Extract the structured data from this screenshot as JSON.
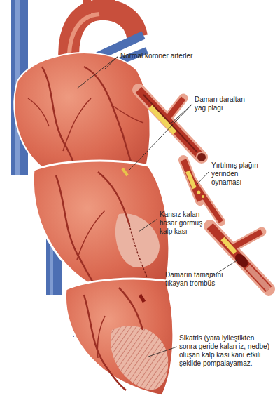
{
  "diagram": {
    "labels": [
      "Normal koroner arterler",
      "Damarı daraltan yağ plağı",
      "Yırtılmış plağın yerinden oynaması",
      "Kansız kalan hasar görmüş kalp kası",
      "Damarın tamamını tıkayan trombüs",
      "Sikatris (yara iyileştikten sonra geride kalan iz, nedbe) oluşan kalp kası kanı etkili şekilde pompalayamaz."
    ]
  }
}
